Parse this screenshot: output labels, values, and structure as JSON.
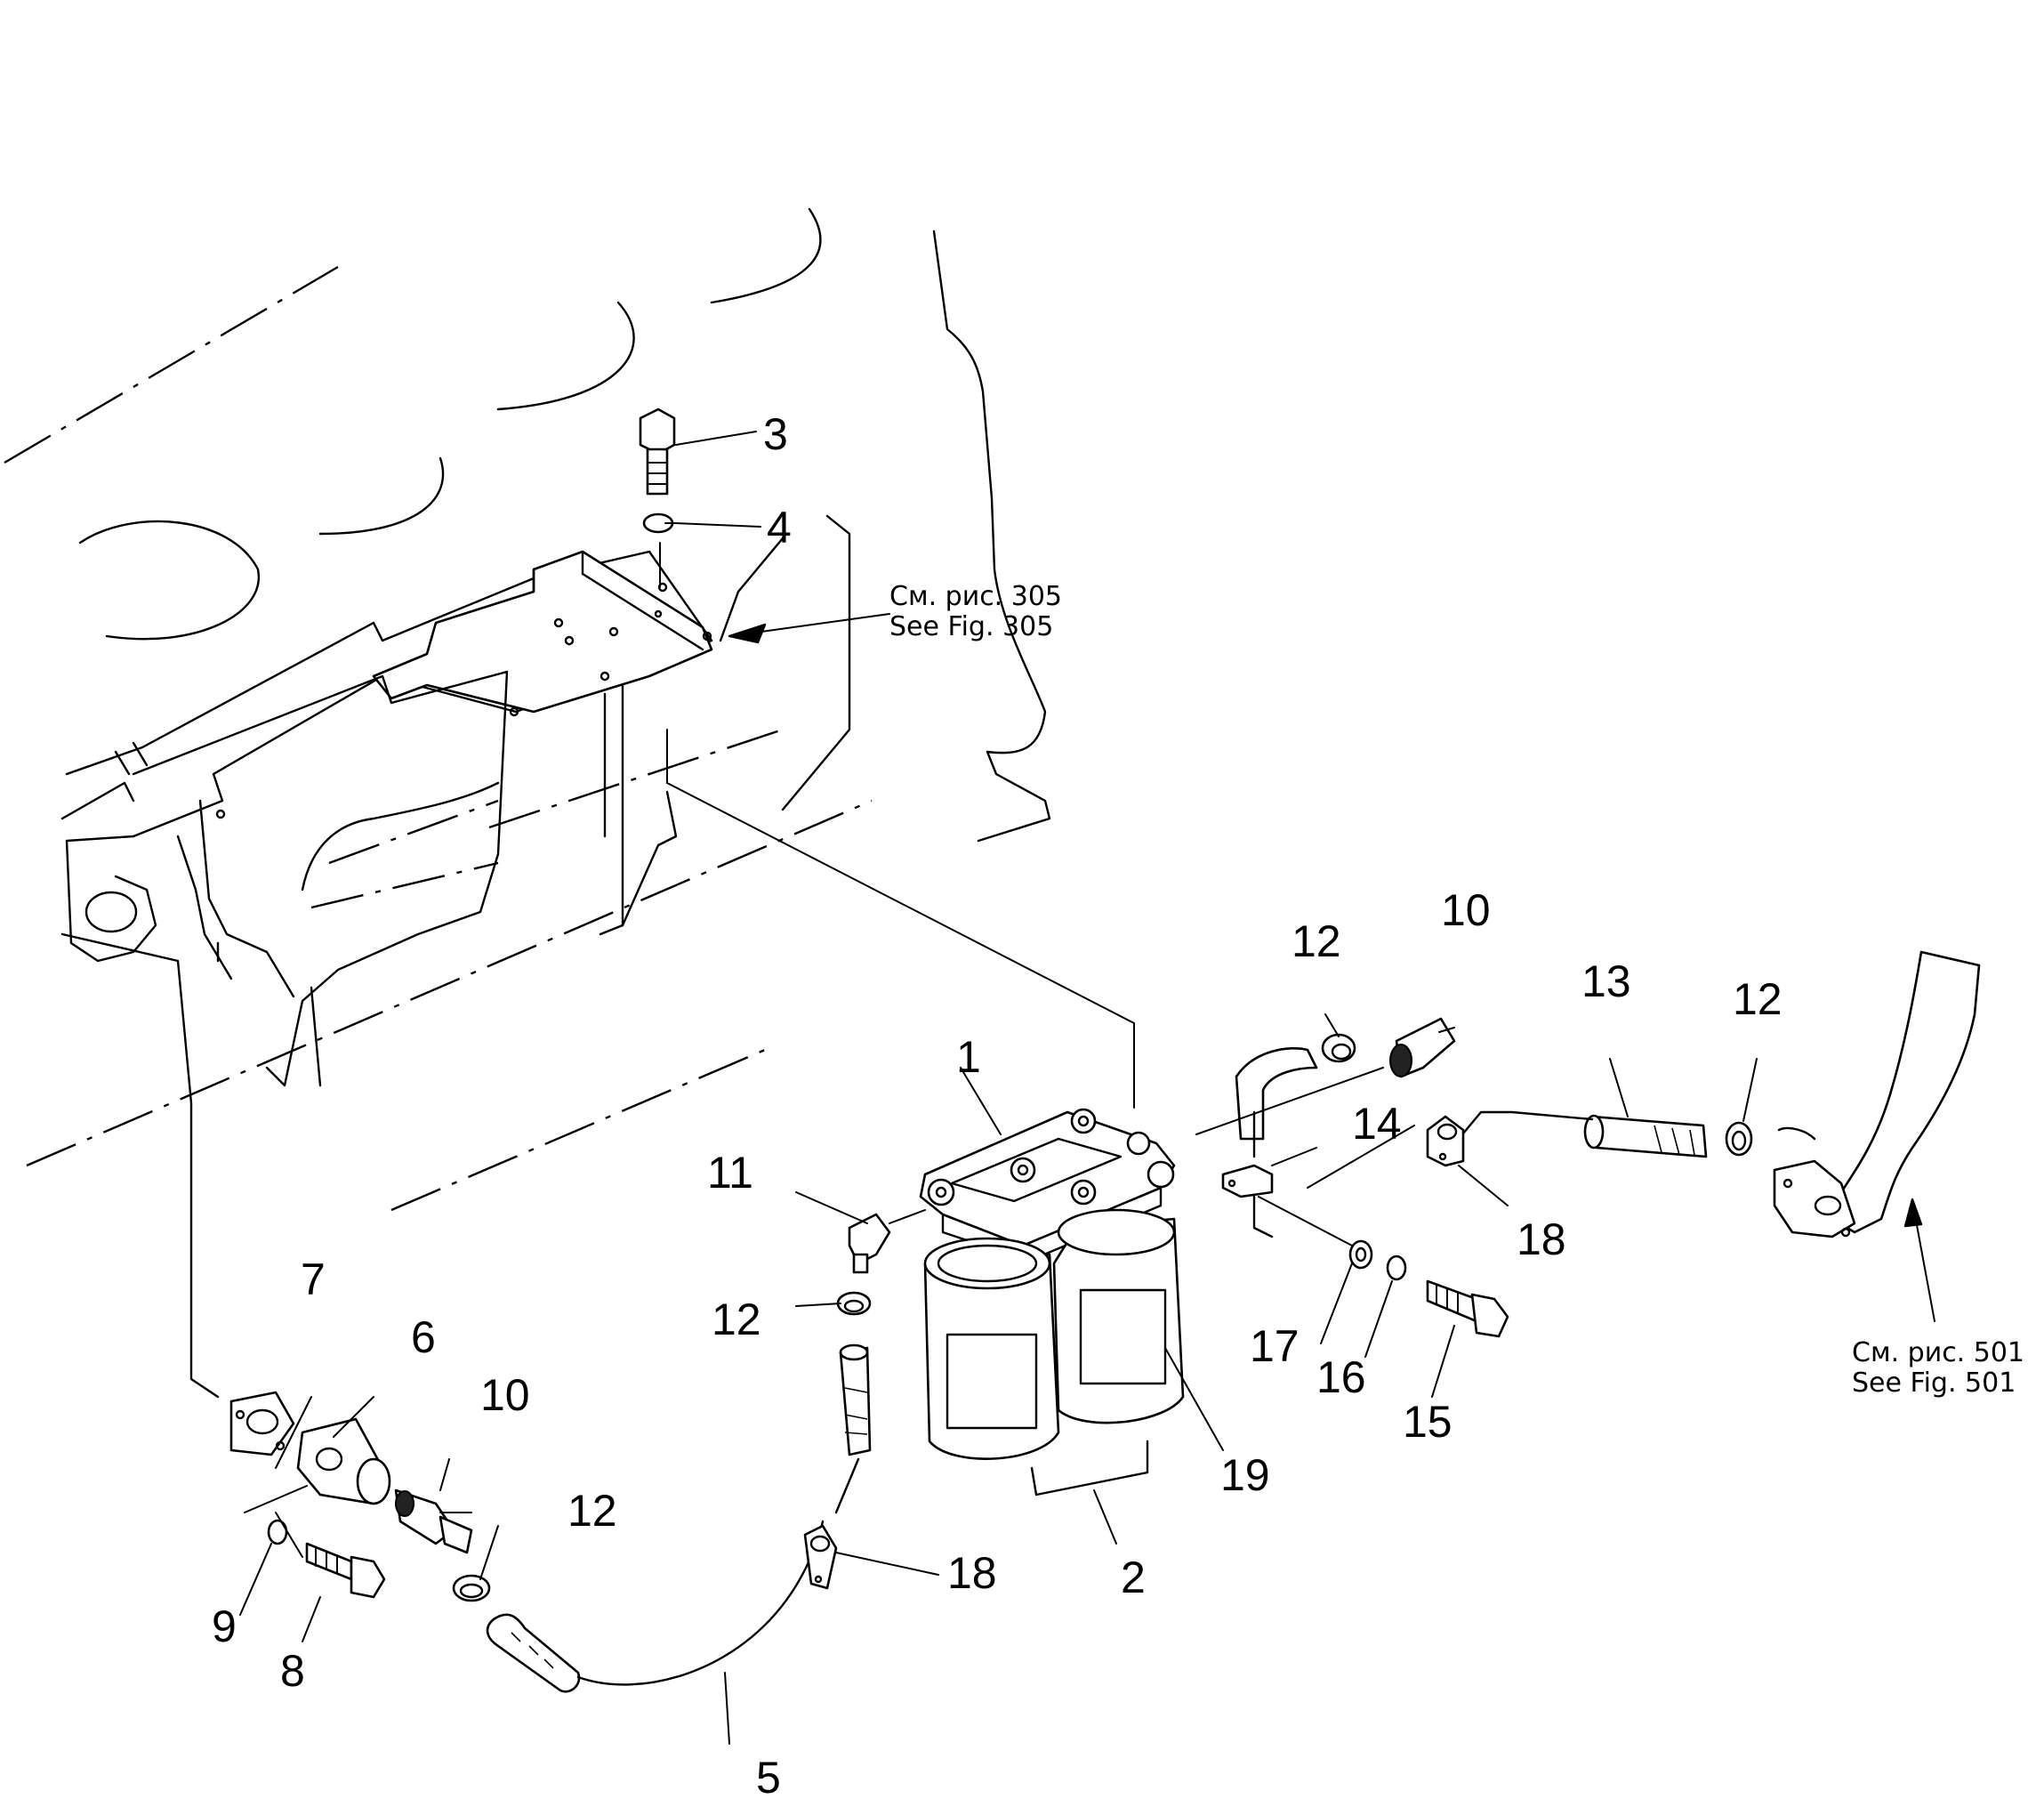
{
  "references": [
    {
      "id": "ref-305",
      "line1": "См. рис. 305",
      "line2": "See Fig. 305"
    },
    {
      "id": "ref-501",
      "line1": "См. рис. 501",
      "line2": "See Fig. 501"
    }
  ],
  "callouts": [
    {
      "id": "c1",
      "label": "1"
    },
    {
      "id": "c2",
      "label": "2"
    },
    {
      "id": "c3",
      "label": "3"
    },
    {
      "id": "c4",
      "label": "4"
    },
    {
      "id": "c5",
      "label": "5"
    },
    {
      "id": "c6",
      "label": "6"
    },
    {
      "id": "c7",
      "label": "7"
    },
    {
      "id": "c8",
      "label": "8"
    },
    {
      "id": "c9",
      "label": "9"
    },
    {
      "id": "c10a",
      "label": "10"
    },
    {
      "id": "c10b",
      "label": "10"
    },
    {
      "id": "c11",
      "label": "11"
    },
    {
      "id": "c12a",
      "label": "12"
    },
    {
      "id": "c12b",
      "label": "12"
    },
    {
      "id": "c12c",
      "label": "12"
    },
    {
      "id": "c12d",
      "label": "12"
    },
    {
      "id": "c13",
      "label": "13"
    },
    {
      "id": "c14",
      "label": "14"
    },
    {
      "id": "c15",
      "label": "15"
    },
    {
      "id": "c16",
      "label": "16"
    },
    {
      "id": "c17",
      "label": "17"
    },
    {
      "id": "c18a",
      "label": "18"
    },
    {
      "id": "c18b",
      "label": "18"
    },
    {
      "id": "c19",
      "label": "19"
    }
  ]
}
